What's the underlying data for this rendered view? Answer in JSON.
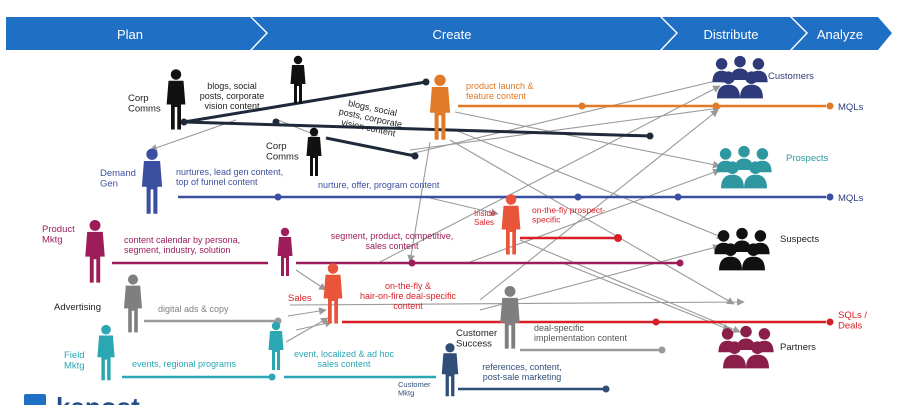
{
  "phases": [
    "Plan",
    "Create",
    "Distribute",
    "Analyze"
  ],
  "colors": {
    "band": "#1f6fc4",
    "navy": "#1e2a3a",
    "orange": "#e07a28",
    "blue": "#3b4fa0",
    "teal": "#2aa7b3",
    "magenta": "#9c1d5a",
    "red": "#d81f26",
    "grey": "#9a9a9a",
    "darkblue": "#2f4f78",
    "audience_navy": "#2e3a7a",
    "audience_teal": "#2e97a0",
    "audience_black": "#111111",
    "audience_maroon": "#8a1f4a"
  },
  "roles": {
    "corp_comms_1": "Corp\nComms",
    "corp_comms_2": "Corp\nComms",
    "demand_gen": "Demand\nGen",
    "product_mktg": "Product\nMktg",
    "advertising": "Advertising",
    "field_mktg": "Field\nMktg",
    "inside_sales": "Inside\nSales",
    "sales": "Sales",
    "customer_success": "Customer\nSuccess",
    "customer_mktg": "Customer\nMktg"
  },
  "content": {
    "blogs_1": "blogs, social\nposts, corporate\nvision content",
    "blogs_2": "blogs, social\nposts, corporate\nvision content",
    "product_launch": "product launch &\nfeature content",
    "nurtures": "nurtures, lead gen content,\ntop of funnel content",
    "nurture_offer": "nurture, offer, program content",
    "content_calendar": "content calendar by persona,\nsegment, industry, solution",
    "segment_product": "segment, product, competitive,\nsales content",
    "on_the_fly_prospect": "on-the-fly prospect-\nspecific",
    "digital_ads": "digital ads & copy",
    "deal_specific_fire": "on-the-fly  &\nhair-on-fire deal-specific\ncontent",
    "deal_impl": "deal-specific\nimplementation content",
    "events": "events, regional programs",
    "event_localized": "event, localized & ad hoc\nsales content",
    "references": "references, content,\npost-sale marketing"
  },
  "audiences": {
    "customers": "Customers",
    "prospects": "Prospects",
    "suspects": "Suspects",
    "partners": "Partners"
  },
  "outcomes": {
    "mqls_1": "MQLs",
    "mqls_2": "MQLs",
    "sqls": "SQLs /\nDeals"
  },
  "logo_text": "kapost"
}
